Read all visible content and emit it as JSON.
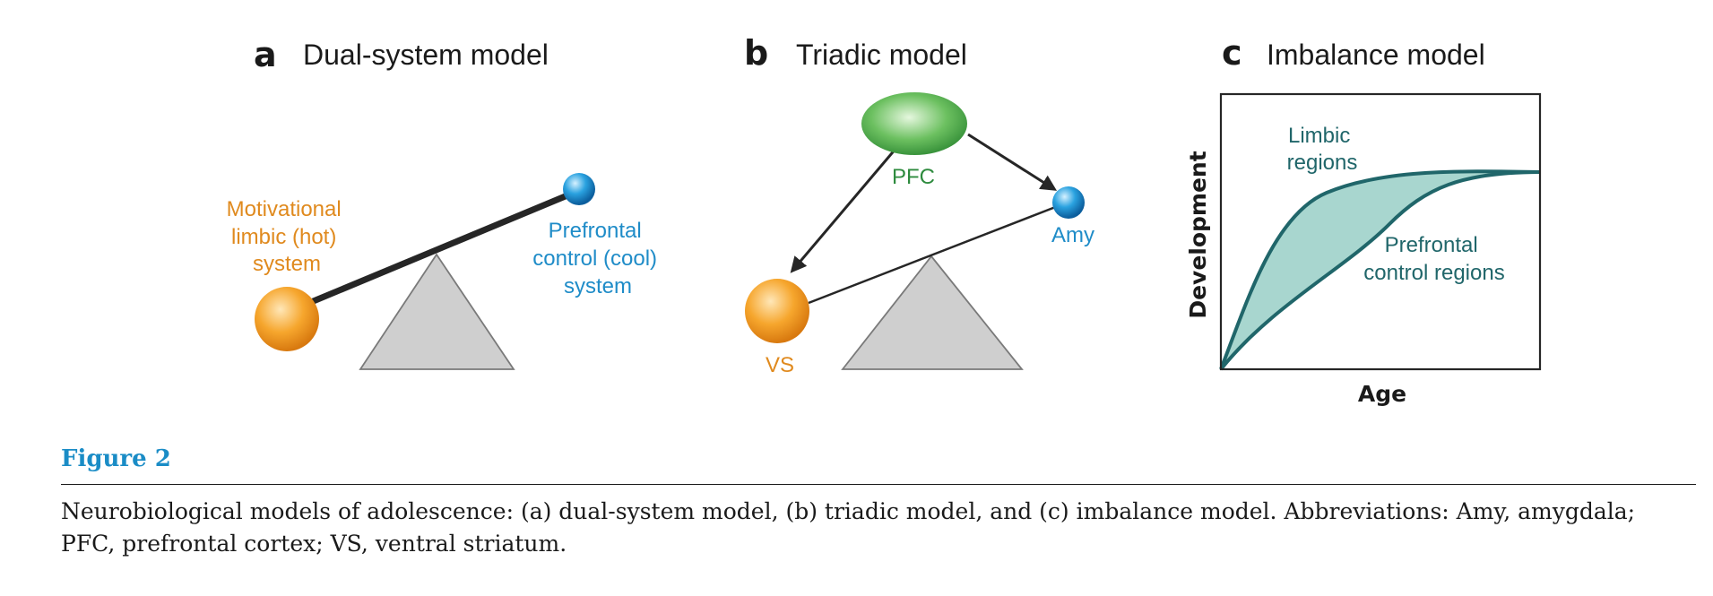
{
  "panel_a": {
    "letter": "a",
    "title": "Dual-system model",
    "orange_label": [
      "Motivational",
      "limbic (hot)",
      "system"
    ],
    "blue_label": [
      "Prefrontal",
      "control (cool)",
      "system"
    ]
  },
  "panel_b": {
    "letter": "b",
    "title": "Triadic model",
    "pfc_label": "PFC",
    "amy_label": "Amy",
    "vs_label": "VS"
  },
  "panel_c": {
    "letter": "c",
    "title": "Imbalance model",
    "ylabel": "Development",
    "xlabel": "Age",
    "limbic_label": [
      "Limbic",
      "regions"
    ],
    "prefrontal_label": [
      "Prefrontal",
      "control regions"
    ]
  },
  "figure": {
    "label": "Figure 2",
    "caption": "Neurobiological models of adolescence: (a) dual-system model, (b) triadic model, and (c) imbalance model. Abbreviations: Amy, amygdala; PFC, prefrontal cortex; VS, ventral striatum."
  },
  "colors": {
    "orange": "#e08a1e",
    "blue": "#1f8cc8",
    "green": "#2e8b3e",
    "teal": "#20666a",
    "fill_teal": "#a8d6cf",
    "triangle": "#cfcfcf",
    "figure_label": "#1a8cc6"
  }
}
